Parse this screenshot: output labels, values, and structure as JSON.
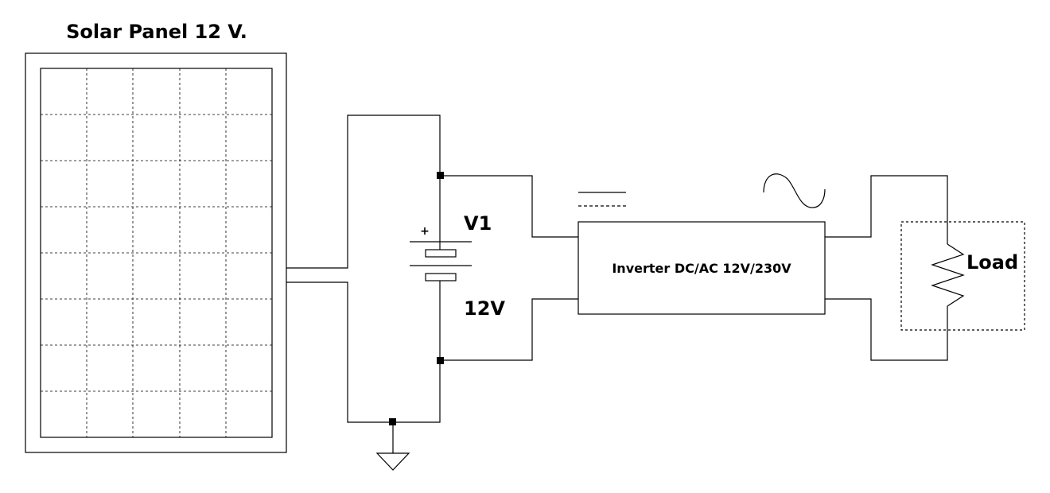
{
  "solar_panel": {
    "title": "Solar Panel 12 V."
  },
  "battery": {
    "name": "V1",
    "voltage": "12V",
    "polarity": "+"
  },
  "inverter": {
    "label": "Inverter DC/AC 12V/230V"
  },
  "load": {
    "label": "Load"
  },
  "symbols": {
    "dc": "dc-symbol-icon",
    "ac": "ac-sine-icon",
    "ground": "ground-icon",
    "resistor": "resistor-icon"
  }
}
